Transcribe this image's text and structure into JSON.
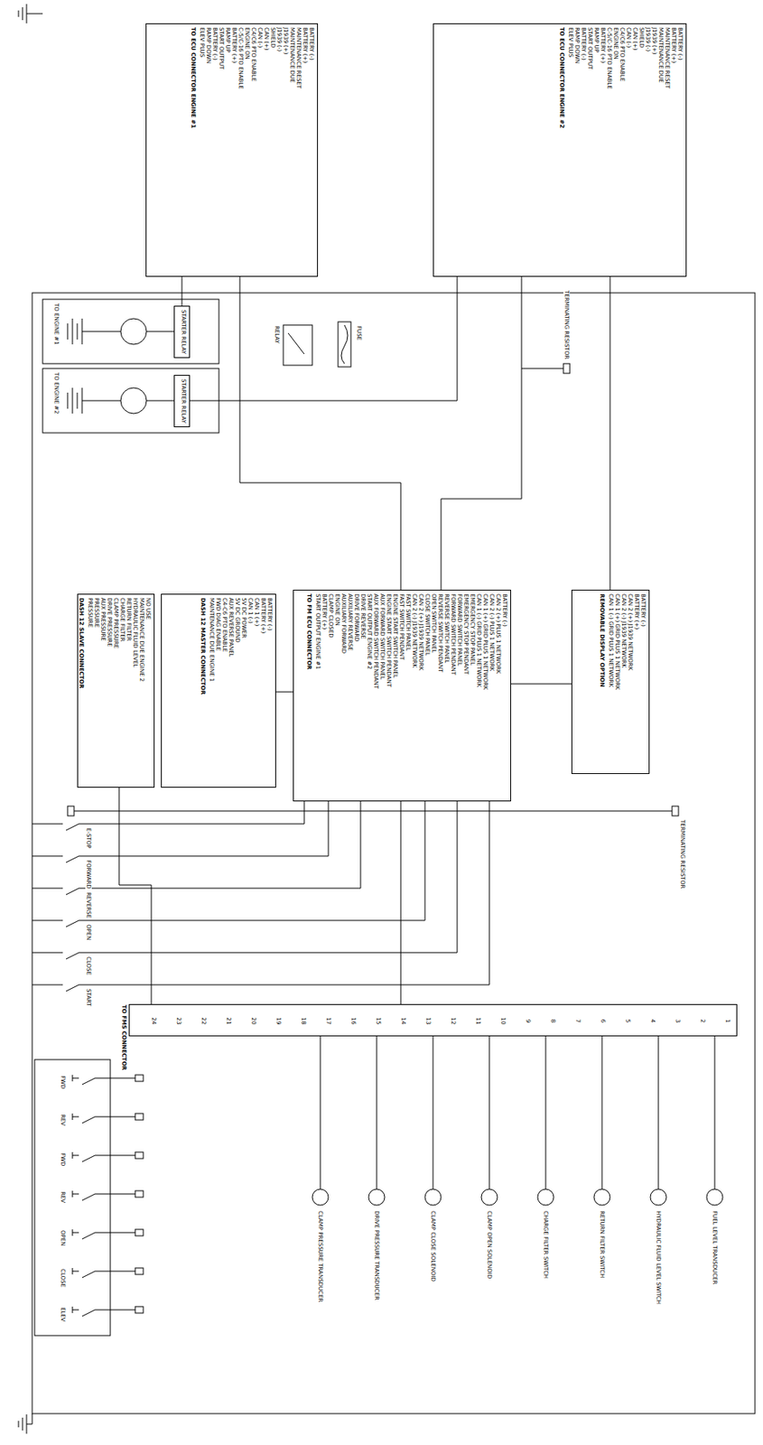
{
  "diagram": {
    "nodes": [
      {
        "text": [
          "BATTERY (-)",
          "BATTERY (+)",
          "MAINTENANCE RESET",
          "MAINTENANCE DUE",
          "J1939 (+)",
          "J1939 (-)",
          "SHIELD",
          "CAN (+)",
          "CAN (-)",
          "C4/C6 PTO ENABLE",
          "ENGINE ON",
          "C-5/C-16 PTO ENABLE",
          "BATTERY (+)",
          "RAMP UP",
          "START OUTPUT",
          "BATTERY (-)",
          "RAMP DOWN",
          "ELEV PLUS",
          "TO ECU CONNECTOR ENGINE #1"
        ]
      },
      {
        "text": [
          "BATTERY (-)",
          "BATTERY (+)",
          "MAINTENANCE RESET",
          "MAINTENANCE DUE",
          "J1939 (+)",
          "J1939 (-)",
          "SHIELD",
          "CAN (+)",
          "CAN (-)",
          "C4/C6 PTO ENABLE",
          "ENGINE ON",
          "C-5/C-16 PTO ENABLE",
          "BATTERY (+)",
          "RAMP UP",
          "START OUTPUT",
          "BATTERY (-)",
          "RAMP DOWN",
          "ELEV PLUS",
          "TO ECU CONNECTOR ENGINE #2"
        ]
      },
      {
        "text": [
          "STARTER RELAY"
        ]
      },
      {
        "text": [
          "STARTER RELAY"
        ]
      },
      {
        "text": [
          "NO USE",
          "MAINTENANCE DUE ENGINE 2",
          "HYDRAULIC FLUID LEVEL",
          "RETURN FILTER",
          "CHARGE FILTER",
          "CLAMP PRESSURE",
          "DRIVE PRESSURE",
          "AUX PRESSURE",
          "PRESSURE",
          "PRESSURE",
          "DASH 12 SLAVE CONNECTOR"
        ]
      },
      {
        "text": [
          "BATTERY (-)",
          "BATTERY (+)",
          "CAN 1 (+)",
          "CAN 1 (-)",
          "5V DC POWER",
          "5V DC GROUND",
          "AUX REVERSE PANEL",
          "C4-C6 PTO ENABLE",
          "FWD DIAG ENABLE",
          "MAINTENANCE DUE ENGINE 1",
          "DASH 12 MASTER CONNECTOR"
        ]
      },
      {
        "text": [
          "BATTERY (-)",
          "CAN 2 (+) PLUS 1 NETWORK",
          "CAN 2 (-) PLUS 1 NETWORK",
          "CAN 1 (+) GRID PLUS 1 NETWORK",
          "CAN 1 (-) GRID PLUS 1 NETWORK",
          "EMERGENCY STOP PANEL",
          "EMERGENCY STOP PENDANT",
          "FORWARD SWITCH PANEL",
          "FORWARD SWITCH PENDANT",
          "REVERSE SWITCH PANEL",
          "REVERSE SWITCH PENDANT",
          "OPEN SWITCH PANEL",
          "CLOSE SWITCH PANEL",
          "CAN 2 (+) J1939 NETWORK",
          "CAN 2 (-) J1939 NETWORK",
          "FAST SWITCH PANEL",
          "FAST SWITCH PENDANT",
          "ENGINE START SWITCH PANEL",
          "ENGINE START SWITCH PENDANT",
          "AUX FORWARD SWITCH PANEL",
          "AUX FORWARD SWITCH PENDANT",
          "START OUTPUT ENGINE #2",
          "DRIVE REVERSE",
          "DRIVE FORWARD",
          "AUXILIARY REVERSE",
          "AUXILIARY FORWARD",
          "ENGINE ON",
          "CLAMP CLOSED",
          "BATTERY (+)",
          "START OUTPUT ENGINE #1",
          "TO FM ECU CONNECTOR"
        ]
      },
      {
        "text": [
          "BATTERY (-)",
          "BATTERY (+)",
          "CAN 2 (+) J1939 NETWORK",
          "CAN 2 (-) J1939 NETWORK",
          "CAN 1 (+) GRID PLUS 1 NETWORK",
          "CAN 1 (-) GRID PLUS 1 NETWORK",
          "REMOVABLE DISPLAY OPTION"
        ]
      },
      {
        "text": [
          "TO FMS CONNECTOR"
        ]
      }
    ],
    "edges": [
      {
        "from": 0,
        "to": 6,
        "arrow": "none"
      },
      {
        "from": 1,
        "to": 6,
        "arrow": "none"
      },
      {
        "from": 2,
        "to": 0,
        "arrow": "none"
      },
      {
        "from": 3,
        "to": 1,
        "arrow": "none"
      },
      {
        "from": 7,
        "to": 6,
        "arrow": "none"
      },
      {
        "from": 5,
        "to": 6,
        "arrow": "none"
      },
      {
        "from": 6,
        "to": 8,
        "arrow": "none"
      },
      {
        "from": 7,
        "to": 1,
        "arrow": "none"
      },
      {
        "from": 4,
        "to": 8,
        "arrow": "none"
      }
    ],
    "labels": [
      "TO ENGINE #1",
      "TO ENGINE #2",
      "FUSE",
      "RELAY",
      "TERMINATING RESISTOR",
      "TERMINATING RESISTOR",
      "E-STOP",
      "FORWARD",
      "REVERSE",
      "OPEN",
      "CLOSE",
      "START",
      "FWD",
      "REV",
      "FWD",
      "REV",
      "OPEN",
      "CLOSE",
      "ELEV",
      "FUEL LEVEL TRANSDUCER",
      "HYDRAULIC FLUID LEVEL SWITCH",
      "RETURN FILTER SWITCH",
      "CHARGE FILTER SWITCH",
      "CLAMP OPEN SOLENOID",
      "CLAMP CLOSE SOLENOID",
      "DRIVE PRESSURE TRANSDUCER",
      "CLAMP PRESSURE TRANSDUCER",
      "1",
      "2",
      "3",
      "4",
      "5",
      "6",
      "7",
      "8",
      "9",
      "10",
      "11",
      "12",
      "13",
      "14",
      "15",
      "16",
      "17",
      "18",
      "19",
      "20",
      "21",
      "22",
      "23",
      "24"
    ]
  }
}
